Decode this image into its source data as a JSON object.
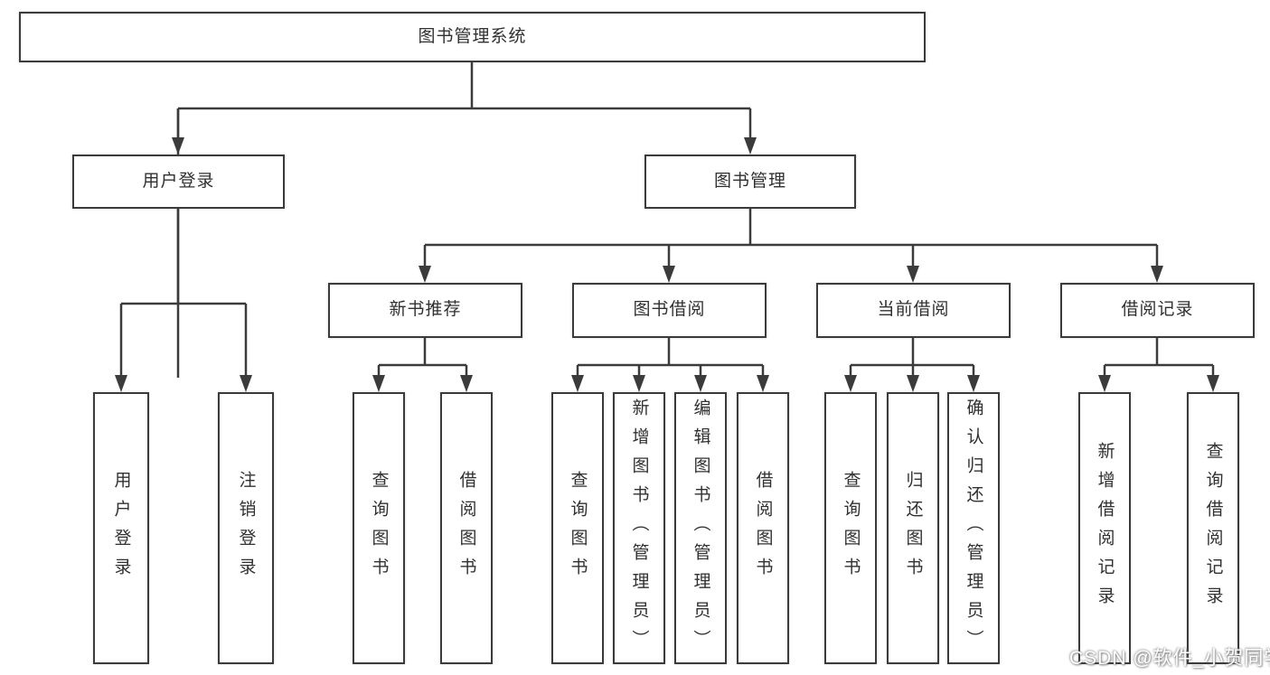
{
  "watermark": "CSDN @软件_小贺同学",
  "colors": {
    "line": "#3b3b3b",
    "box_border": "#3b3b3b",
    "text": "#303030",
    "background": "#ffffff",
    "watermark_text": "#ffffff"
  },
  "tree": {
    "root": {
      "label": "图书管理系统"
    },
    "branches": [
      {
        "label": "用户登录",
        "leaves": [
          "用户登录",
          "注销登录"
        ]
      },
      {
        "label": "图书管理",
        "groups": [
          {
            "label": "新书推荐",
            "leaves": [
              "查询图书",
              "借阅图书"
            ]
          },
          {
            "label": "图书借阅",
            "leaves": [
              "查询图书",
              "新增图书（管理员）",
              "编辑图书（管理员）",
              "借阅图书"
            ]
          },
          {
            "label": "当前借阅",
            "leaves": [
              "查询图书",
              "归还图书",
              "确认归还（管理员）"
            ]
          },
          {
            "label": "借阅记录",
            "leaves": [
              "新增借阅记录",
              "查询借阅记录"
            ]
          }
        ]
      }
    ]
  }
}
